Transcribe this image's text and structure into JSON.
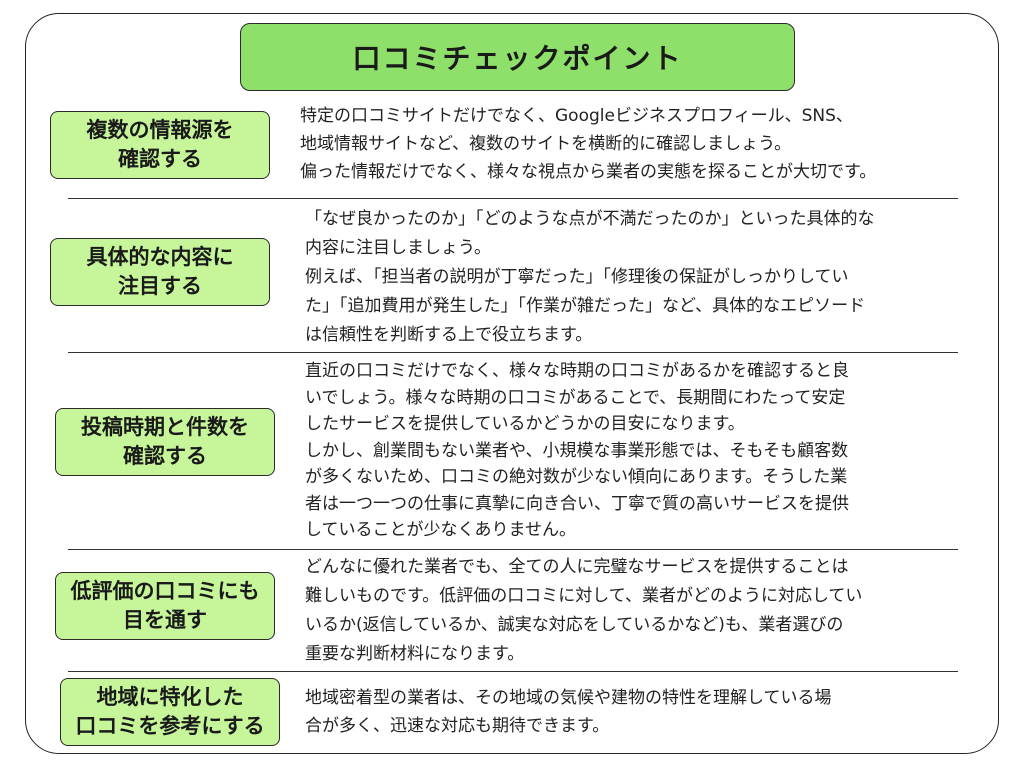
{
  "title": "口コミチェックポイント",
  "sections": [
    {
      "label": "複数の情報源を\n確認する",
      "lines": [
        "特定の口コミサイトだけでなく、Googleビジネスプロフィール、SNS、",
        "地域情報サイトなど、複数のサイトを横断的に確認しましょう。",
        "偏った情報だけでなく、様々な視点から業者の実態を探ることが大切です。"
      ]
    },
    {
      "label": "具体的な内容に\n注目する",
      "lines": [
        "「なぜ良かったのか」「どのような点が不満だったのか」といった具体的な",
        "内容に注目しましょう。",
        "例えば、「担当者の説明が丁寧だった」「修理後の保証がしっかりしてい",
        "た」「追加費用が発生した」「作業が雑だった」など、具体的なエピソード",
        "は信頼性を判断する上で役立ちます。"
      ]
    },
    {
      "label": "投稿時期と件数を\n確認する",
      "lines": [
        "直近の口コミだけでなく、様々な時期の口コミがあるかを確認すると良",
        "いでしょう。様々な時期の口コミがあることで、長期間にわたって安定",
        "したサービスを提供しているかどうかの目安になります。",
        "しかし、創業間もない業者や、小規模な事業形態では、そもそも顧客数",
        "が多くないため、口コミの絶対数が少ない傾向にあります。そうした業",
        "者は一つ一つの仕事に真摯に向き合い、丁寧で質の高いサービスを提供",
        "していることが少なくありません。"
      ]
    },
    {
      "label": "低評価の口コミにも\n目を通す",
      "lines": [
        "どんなに優れた業者でも、全ての人に完璧なサービスを提供することは",
        "難しいものです。低評価の口コミに対して、業者がどのように対応してい",
        "いるか(返信しているか、誠実な対応をしているかなど)も、業者選びの",
        "重要な判断材料になります。"
      ]
    },
    {
      "label": "地域に特化した\n口コミを参考にする",
      "lines": [
        "地域密着型の業者は、その地域の気候や建物の特性を理解している場",
        "合が多く、迅速な対応も期待できます。"
      ]
    }
  ]
}
